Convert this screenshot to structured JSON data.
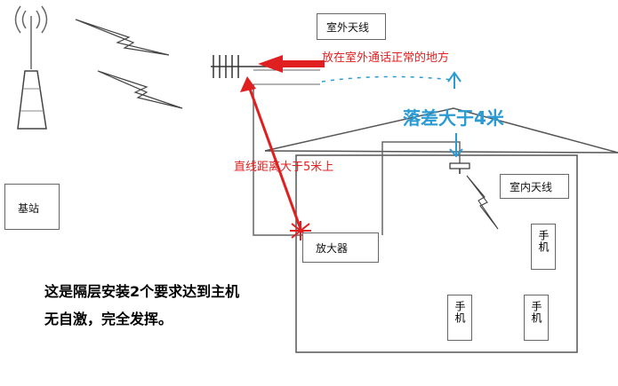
{
  "labels": {
    "base_station": "基站",
    "outdoor_antenna": "室外天线",
    "indoor_antenna": "室内天线",
    "amplifier": "放大器",
    "phone_1": "手机",
    "phone_2": "手机",
    "phone_3": "手机"
  },
  "annotations": {
    "outdoor_placement": "放在室外通话正常的地方",
    "height_difference": "落差大于4米",
    "distance": "直线距离大于5米上"
  },
  "caption": {
    "line1": "这是隔层安装2个要求达到主机",
    "line2": "无自激，完全发挥。"
  },
  "colors": {
    "annotation_red": "#e02020",
    "annotation_blue": "#2b9bd4",
    "line": "#555555"
  },
  "icons": [
    "tower-icon",
    "signal-waves-icon",
    "lightning-signal-icon",
    "yagi-antenna-icon",
    "indoor-antenna-icon"
  ]
}
